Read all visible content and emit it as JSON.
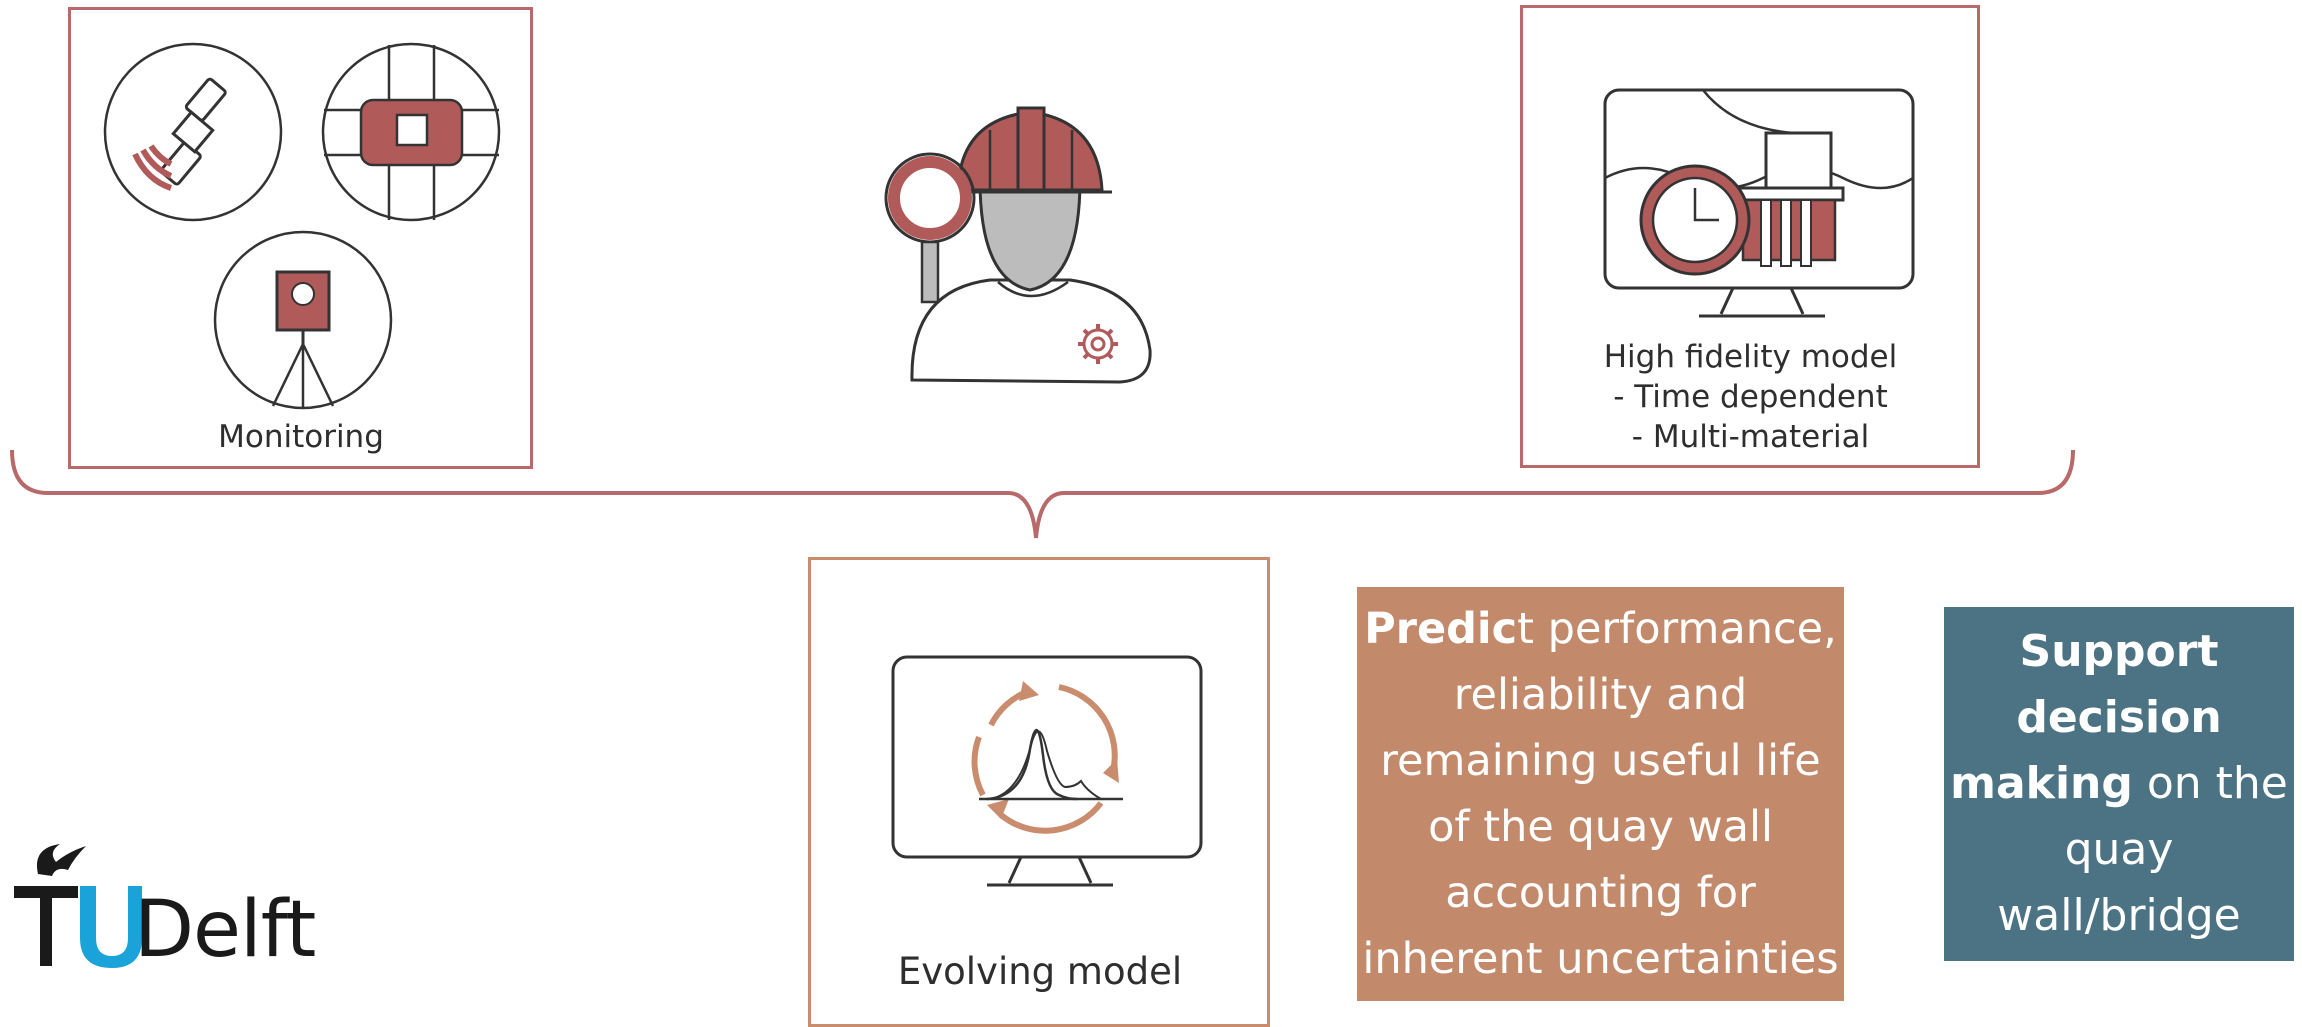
{
  "colors": {
    "maroon": "#b86a6a",
    "copper": "#c98c6c",
    "predict_box": "#c3896b",
    "support_box": "#4b7384"
  },
  "monitoring": {
    "caption": "Monitoring",
    "icons": [
      "satellite-icon",
      "chip-sensor-icon",
      "total-station-icon"
    ]
  },
  "engineer": {
    "icons": [
      "engineer-icon",
      "magnifier-icon",
      "gear-icon"
    ]
  },
  "hifi": {
    "line1": "High fidelity model",
    "line2": "- Time dependent",
    "line3": "- Multi-material",
    "icons": [
      "monitor-icon",
      "clock-icon",
      "quay-wall-icon"
    ]
  },
  "evolving": {
    "caption": "Evolving model",
    "icons": [
      "monitor-icon",
      "cycle-arrows-icon",
      "distribution-curve-icon"
    ]
  },
  "predict": {
    "bold": "Predic",
    "rest": "t performance,",
    "lines": [
      "reliability and",
      "remaining useful life",
      "of the quay wall",
      "accounting for",
      "inherent uncertainties"
    ]
  },
  "support": {
    "bold1": "Support",
    "bold2": "decision",
    "bold3": "making",
    "rest3": " on the",
    "lines": [
      "quay",
      "wall/bridge"
    ]
  },
  "logo": {
    "text": "Delft",
    "letters": "TU"
  }
}
